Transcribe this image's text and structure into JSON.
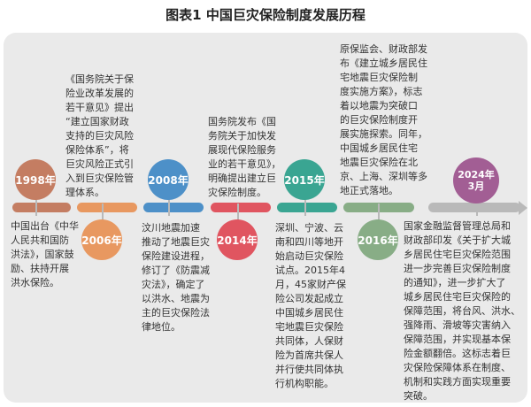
{
  "title": "图表1  中国巨灾保险制度发展历程",
  "colors": {
    "brown": "#c47d62",
    "orange": "#e89860",
    "blue": "#4d90c8",
    "red": "#e05560",
    "teal": "#3aa592",
    "green": "#88ad86",
    "purple": "#a25e94"
  },
  "milestones": [
    {
      "date": "1998年",
      "text": "中国出台《中华\n人民共和国防\n洪法》，国家鼓\n励、扶持开展\n洪水保险。"
    },
    {
      "date": "2006年",
      "text": "《国务院关于保\n险业改革发展的\n若干意见》提出\n“建立国家财政\n支持的巨灾风险\n保险体系”，将\n巨灾风险正式引\n入到巨灾保险管\n理体系。"
    },
    {
      "date": "2008年",
      "text": "汶川地震加速\n推动了地震巨灾\n保险建设进程，\n修订了《防震减\n灾法》，确定了\n以洪水、地震为\n主的巨灾保险法\n律地位。"
    },
    {
      "date": "2014年",
      "text": "国务院发布《国\n务院关于加快发\n展现代保险服务\n业的若干意见》，\n明确提出建立巨\n灾保险制度。"
    },
    {
      "date": "2015年",
      "text": "深圳、宁波、云\n南和四川等地开\n始启动巨灾保险\n试点。2015年4\n月，45家财产保\n险公司发起成立\n中国城乡居民住\n宅地震巨灾保险\n共同体，人保财\n险为首席共保人\n并行使共同体执\n行机构职能。"
    },
    {
      "date": "2016年",
      "text": "原保监会、财政部发\n布《建立城乡居民住\n宅地震巨灾保险制\n度实施方案》，标志\n着以地震为突破口\n的巨灾保险制度开\n展实施探索。同年，\n中国城乡居民住宅\n地震巨灾保险在北\n京、上海、深圳等多\n地正式落地。"
    },
    {
      "date": "2024年\n3月",
      "text": "国家金融监督管理总局和\n财政部印发《关于扩大城\n乡居民住宅巨灾保险范围\n进一步完善巨灾保险制度\n的通知》，进一步扩大了\n城乡居民住宅巨灾保险的\n保障范围，将台风、洪水、\n强降雨、滑坡等灾害纳入\n保障范围，并实现基本保\n险金额翻倍。这标志着巨\n灾保险保障体系在制度、\n机制和实践方面实现重要\n突破。"
    }
  ]
}
